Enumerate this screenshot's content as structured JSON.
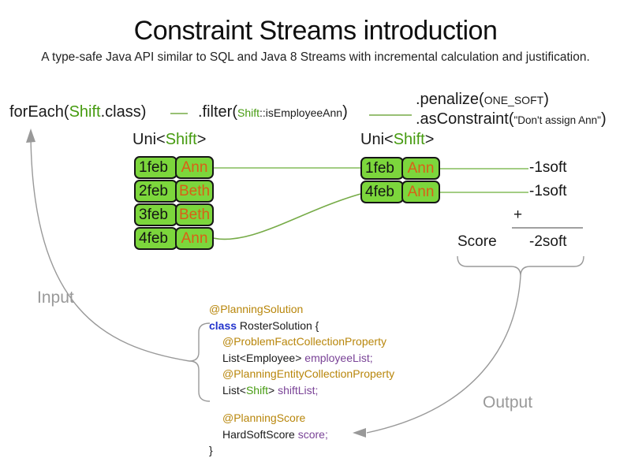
{
  "title": "Constraint Streams introduction",
  "subtitle": "A type-safe Java API similar to SQL and Java 8 Streams with incremental calculation and justification.",
  "flow": {
    "foreach": {
      "pre": "forEach(",
      "type": "Shift",
      "post": ".class)"
    },
    "filter": {
      "pre": ".filter(",
      "type": "Shift",
      "method": "::isEmployeeAnn",
      "post": ")"
    },
    "penalize": {
      "pre": ".penalize(",
      "arg": "ONE_SOFT",
      "post": ")"
    },
    "as_constraint": {
      "pre": ".asConstraint(",
      "arg": "\"Don't assign Ann\"",
      "post": ")"
    }
  },
  "streams": {
    "left": {
      "label_pre": "Uni<",
      "label_type": "Shift",
      "label_post": ">",
      "rows": [
        {
          "date": "1feb",
          "employee": "Ann"
        },
        {
          "date": "2feb",
          "employee": "Beth"
        },
        {
          "date": "3feb",
          "employee": "Beth"
        },
        {
          "date": "4feb",
          "employee": "Ann"
        }
      ]
    },
    "right": {
      "label_pre": "Uni<",
      "label_type": "Shift",
      "label_post": ">",
      "rows": [
        {
          "date": "1feb",
          "employee": "Ann"
        },
        {
          "date": "4feb",
          "employee": "Ann"
        }
      ]
    }
  },
  "score": {
    "penalty1": "-1soft",
    "penalty2": "-1soft",
    "plus": "+",
    "label": "Score",
    "total": "-2soft"
  },
  "io": {
    "input": "Input",
    "output": "Output"
  },
  "code": {
    "planning_solution_annotation": "@PlanningSolution",
    "class_keyword": "class",
    "class_declaration": " RosterSolution {",
    "problem_fact_annotation": "@ProblemFactCollectionProperty",
    "employee_list_type": "List<Employee> ",
    "employee_list_field": "employeeList;",
    "planning_entity_annotation": "@PlanningEntityCollectionProperty",
    "shift_list_pre": "List<",
    "shift_list_type": "Shift",
    "shift_list_mid": "> ",
    "shift_list_field": "shiftList;",
    "planning_score_annotation": "@PlanningScore",
    "score_type": "HardSoftScore ",
    "score_field": "score;",
    "closing_brace": "}"
  },
  "colors": {
    "green_text": "#469b10",
    "box_fill": "#7cd63c",
    "employee_orange": "#d95f17",
    "annotation_gold": "#b8860b",
    "keyword_blue": "#2233cc",
    "field_purple": "#7a4397",
    "line_green_light": "#a3cd84",
    "line_green_dark": "#76ab47",
    "arrow_gray": "#999999"
  }
}
